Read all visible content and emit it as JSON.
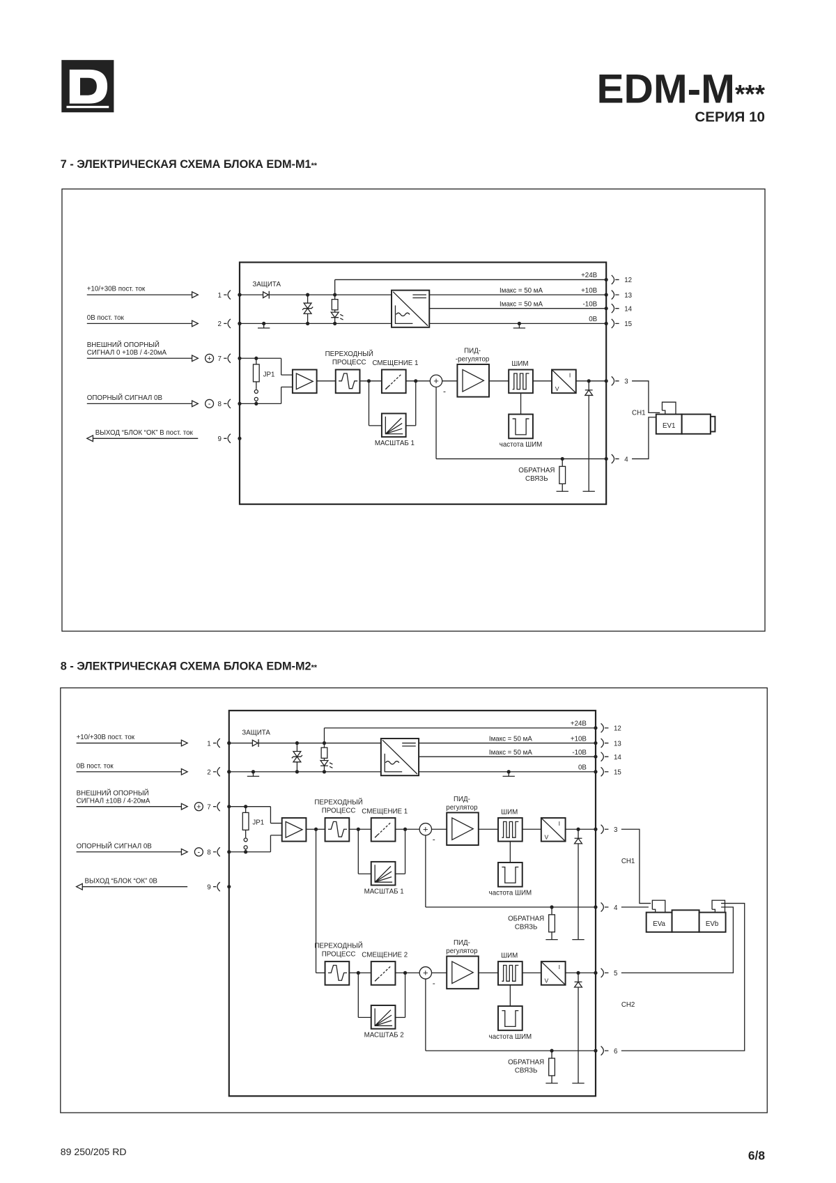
{
  "header": {
    "logo": "D",
    "title": "EDM-M",
    "title_suffix": "***",
    "series": "СЕРИЯ 10"
  },
  "sections": [
    {
      "title": "7 - ЭЛЕКТРИЧЕСКАЯ СХЕМА БЛОКА EDM-M1",
      "title_suffix": "**",
      "diagram": {
        "inputs": [
          {
            "lines": [
              "+10/+30В пост. ток"
            ],
            "terminal": "1"
          },
          {
            "lines": [
              "0В пост. ток"
            ],
            "terminal": "2"
          },
          {
            "lines": [
              "ВНЕШНИЙ ОПОРНЫЙ",
              "СИГНАЛ 0 +10В / 4-20мА"
            ],
            "terminal": "7",
            "sign": "+"
          },
          {
            "lines": [
              "ОПОРНЫЙ СИГНАЛ 0В"
            ],
            "terminal": "8",
            "sign": "-"
          },
          {
            "lines": [
              "ВЫХОД “БЛОК “ОК” В пост. ток"
            ],
            "terminal": "9"
          }
        ],
        "protection": "ЗАЩИТА",
        "jumper": "JP1",
        "outputs": [
          {
            "label": "+24В",
            "terminal": "12"
          },
          {
            "label": "+10В",
            "terminal": "13",
            "note": "Iмакс = 50 мА"
          },
          {
            "label": "-10В",
            "terminal": "14",
            "note": "Iмакс = 50 мА"
          },
          {
            "label": "0В",
            "terminal": "15"
          }
        ],
        "channels": [
          {
            "name": "CH1",
            "transient": [
              "ПЕРЕХОДНЫЙ",
              "ПРОЦЕСС"
            ],
            "offset": "СМЕЩЕНИЕ 1",
            "scale": "МАСШТАБ 1",
            "pid": [
              "ПИД-",
              "-регулятор"
            ],
            "pwm": "ШИМ",
            "pwm_freq": "частота ШИМ",
            "feedback": [
              "ОБРАТНАЯ",
              "СВЯЗЬ"
            ],
            "v": "V",
            "i": "I",
            "plus": "+",
            "minus": "-",
            "out_terminal": "3",
            "return_terminal": "4"
          }
        ],
        "valves": [
          "EV1"
        ]
      }
    },
    {
      "title": "8 - ЭЛЕКТРИЧЕСКАЯ СХЕМА БЛОКА  EDM-M2",
      "title_suffix": "**",
      "diagram": {
        "inputs": [
          {
            "lines": [
              "+10/+30В пост. ток"
            ],
            "terminal": "1"
          },
          {
            "lines": [
              "0В пост. ток"
            ],
            "terminal": "2"
          },
          {
            "lines": [
              "ВНЕШНИЙ ОПОРНЫЙ",
              "СИГНАЛ ±10В / 4-20мА"
            ],
            "terminal": "7",
            "sign": "+"
          },
          {
            "lines": [
              "ОПОРНЫЙ СИГНАЛ 0В"
            ],
            "terminal": "8",
            "sign": "-"
          },
          {
            "lines": [
              "ВЫХОД “БЛОК “ОК” 0В"
            ],
            "terminal": "9"
          }
        ],
        "protection": "ЗАЩИТА",
        "jumper": "JP1",
        "outputs": [
          {
            "label": "+24В",
            "terminal": "12"
          },
          {
            "label": "+10В",
            "terminal": "13",
            "note": "Iмакс = 50 мА"
          },
          {
            "label": "-10В",
            "terminal": "14",
            "note": "Iмакс = 50 мА"
          },
          {
            "label": "0В",
            "terminal": "15"
          }
        ],
        "channels": [
          {
            "name": "CH1",
            "transient": [
              "ПЕРЕХОДНЫЙ",
              "ПРОЦЕСС"
            ],
            "offset": "СМЕЩЕНИЕ 1",
            "scale": "МАСШТАБ 1",
            "pid": [
              "ПИД-",
              "регулятор"
            ],
            "pwm": "ШИМ",
            "pwm_freq": "частота ШИМ",
            "feedback": [
              "ОБРАТНАЯ",
              "СВЯЗЬ"
            ],
            "v": "V",
            "i": "I",
            "plus": "+",
            "minus": "-",
            "out_terminal": "3",
            "return_terminal": "4"
          },
          {
            "name": "CH2",
            "transient": [
              "ПЕРЕХОДНЫЙ",
              "ПРОЦЕСС"
            ],
            "offset": "СМЕЩЕНИЕ 2",
            "scale": "МАСШТАБ 2",
            "pid": [
              "ПИД-",
              "регулятор"
            ],
            "pwm": "ШИМ",
            "pwm_freq": "частота ШИМ",
            "feedback": [
              "ОБРАТНАЯ",
              "СВЯЗЬ"
            ],
            "v": "V",
            "i": "I",
            "plus": "+",
            "minus": "-",
            "out_terminal": "5",
            "return_terminal": "6"
          }
        ],
        "valves": [
          "EVa",
          "EVb"
        ]
      }
    }
  ],
  "footer": {
    "doc_code": "89 250/205 RD",
    "page": "6/8"
  }
}
